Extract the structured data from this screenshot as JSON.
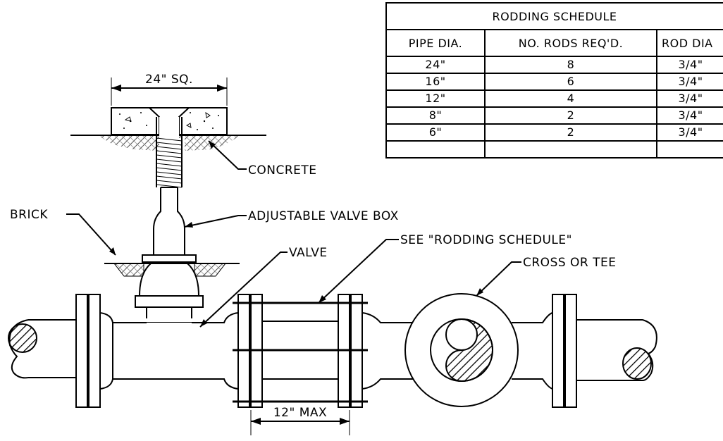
{
  "labels": {
    "dim_24sq": "24\" SQ.",
    "concrete": "CONCRETE",
    "brick": "BRICK",
    "valve_box": "ADJUSTABLE VALVE BOX",
    "valve": "VALVE",
    "see_schedule": "SEE \"RODDING SCHEDULE\"",
    "cross_tee": "CROSS OR TEE",
    "dim_12max": "12\" MAX"
  },
  "table": {
    "title": "RODDING SCHEDULE",
    "headers": [
      "PIPE DIA.",
      "NO. RODS REQ'D.",
      "ROD DIA"
    ],
    "rows": [
      [
        "24\"",
        "8",
        "3/4\""
      ],
      [
        "16\"",
        "6",
        "3/4\""
      ],
      [
        "12\"",
        "4",
        "3/4\""
      ],
      [
        "8\"",
        "2",
        "3/4\""
      ],
      [
        "6\"",
        "2",
        "3/4\""
      ]
    ]
  }
}
